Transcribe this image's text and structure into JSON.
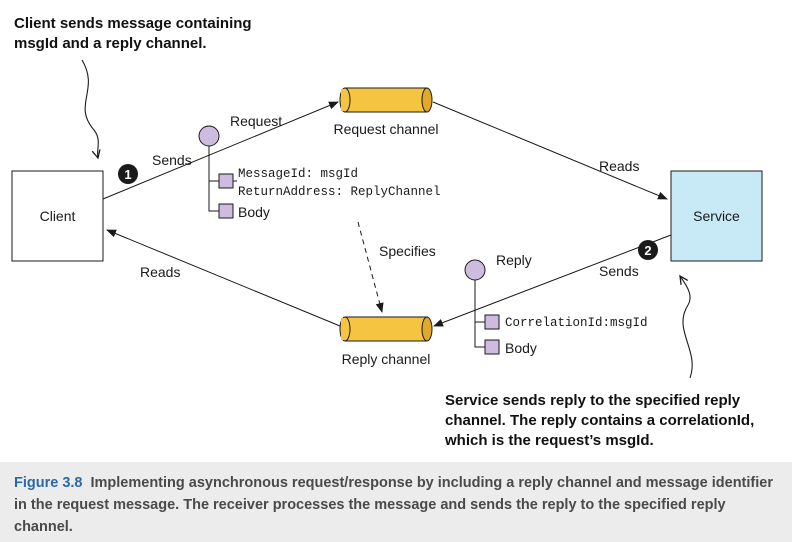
{
  "annotations": {
    "client_note_line1": "Client sends message containing",
    "client_note_line2": "msgId and a reply channel.",
    "service_note_line1": "Service sends reply to the specified reply",
    "service_note_line2": "channel. The reply contains a correlationId,",
    "service_note_line3": "which is the request’s msgId."
  },
  "nodes": {
    "client": "Client",
    "service": "Service",
    "request_channel": "Request channel",
    "reply_channel": "Reply channel"
  },
  "edges": {
    "sends_1": "Sends",
    "reads_1": "Reads",
    "reads_2": "Reads",
    "sends_2": "Sends",
    "specifies": "Specifies"
  },
  "markers": {
    "step1": "1",
    "step2": "2"
  },
  "request_message": {
    "label": "Request",
    "header1": "MessageId: msgId",
    "header2": "ReturnAddress: ReplyChannel",
    "body": "Body"
  },
  "reply_message": {
    "label": "Reply",
    "header1": "CorrelationId:msgId",
    "body": "Body"
  },
  "caption": {
    "figure": "Figure 3.8",
    "text": "Implementing asynchronous request/response by including a reply channel and message identifier in the request message. The receiver processes the message and sends the reply to the specified reply channel."
  },
  "colors": {
    "channel_fill": "#f5c542",
    "service_fill": "#c8eaf7",
    "message_circle": "#cdbbe0",
    "header_box": "#cdbbe0",
    "marker": "#1a1a1a",
    "caption_bg": "#ececec",
    "caption_figure": "#2b6aa6"
  }
}
